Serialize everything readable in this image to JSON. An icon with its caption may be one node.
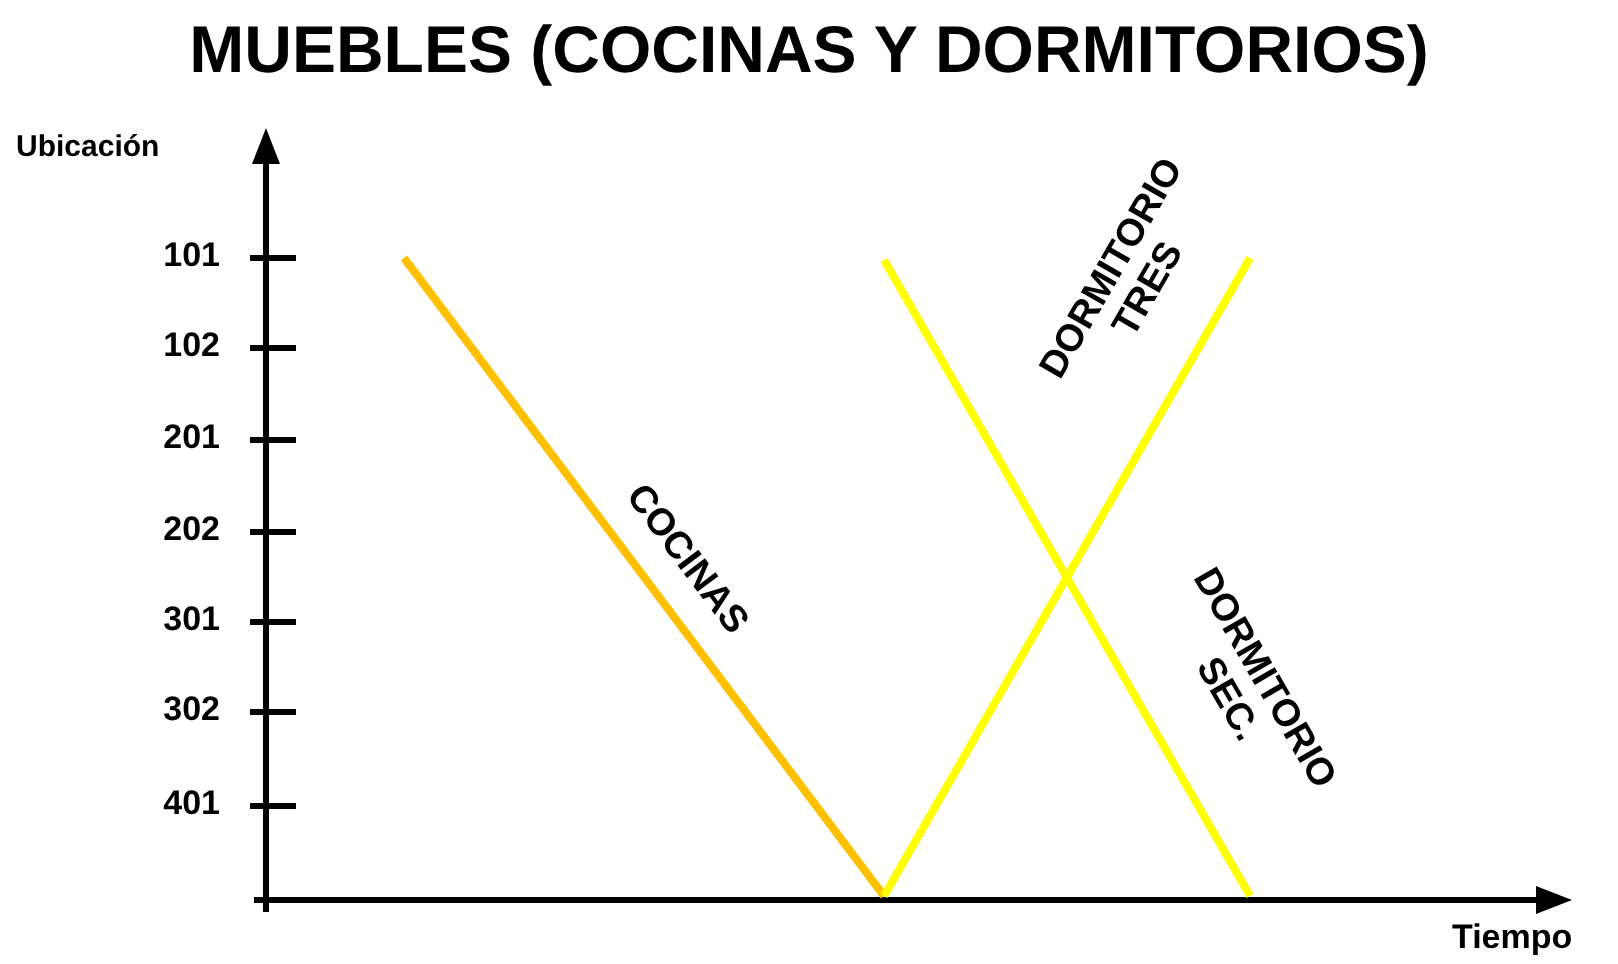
{
  "diagram": {
    "title": "MUEBLES (COCINAS Y DORMITORIOS)",
    "labels": [
      "Ubicación",
      "101",
      "102",
      "201",
      "202",
      "301",
      "302",
      "401",
      "Tiempo",
      "COCINAS",
      "DORMITORIO TRES",
      "DORMITORIO SEC."
    ]
  }
}
